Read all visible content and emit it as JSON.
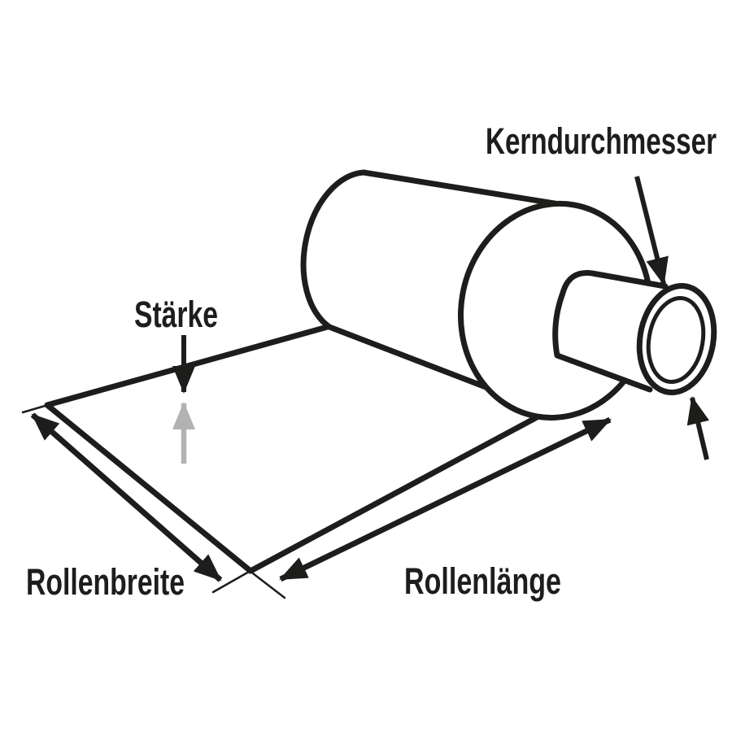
{
  "diagram": {
    "labels": {
      "core_diameter": "Kerndurchmesser",
      "thickness": "Stärke",
      "roll_width": "Rollenbreite",
      "roll_length": "Rollenlänge"
    },
    "colors": {
      "line": "#1d1d1b",
      "secondary_arrow": "#b2b2b2",
      "background": "#ffffff"
    }
  }
}
